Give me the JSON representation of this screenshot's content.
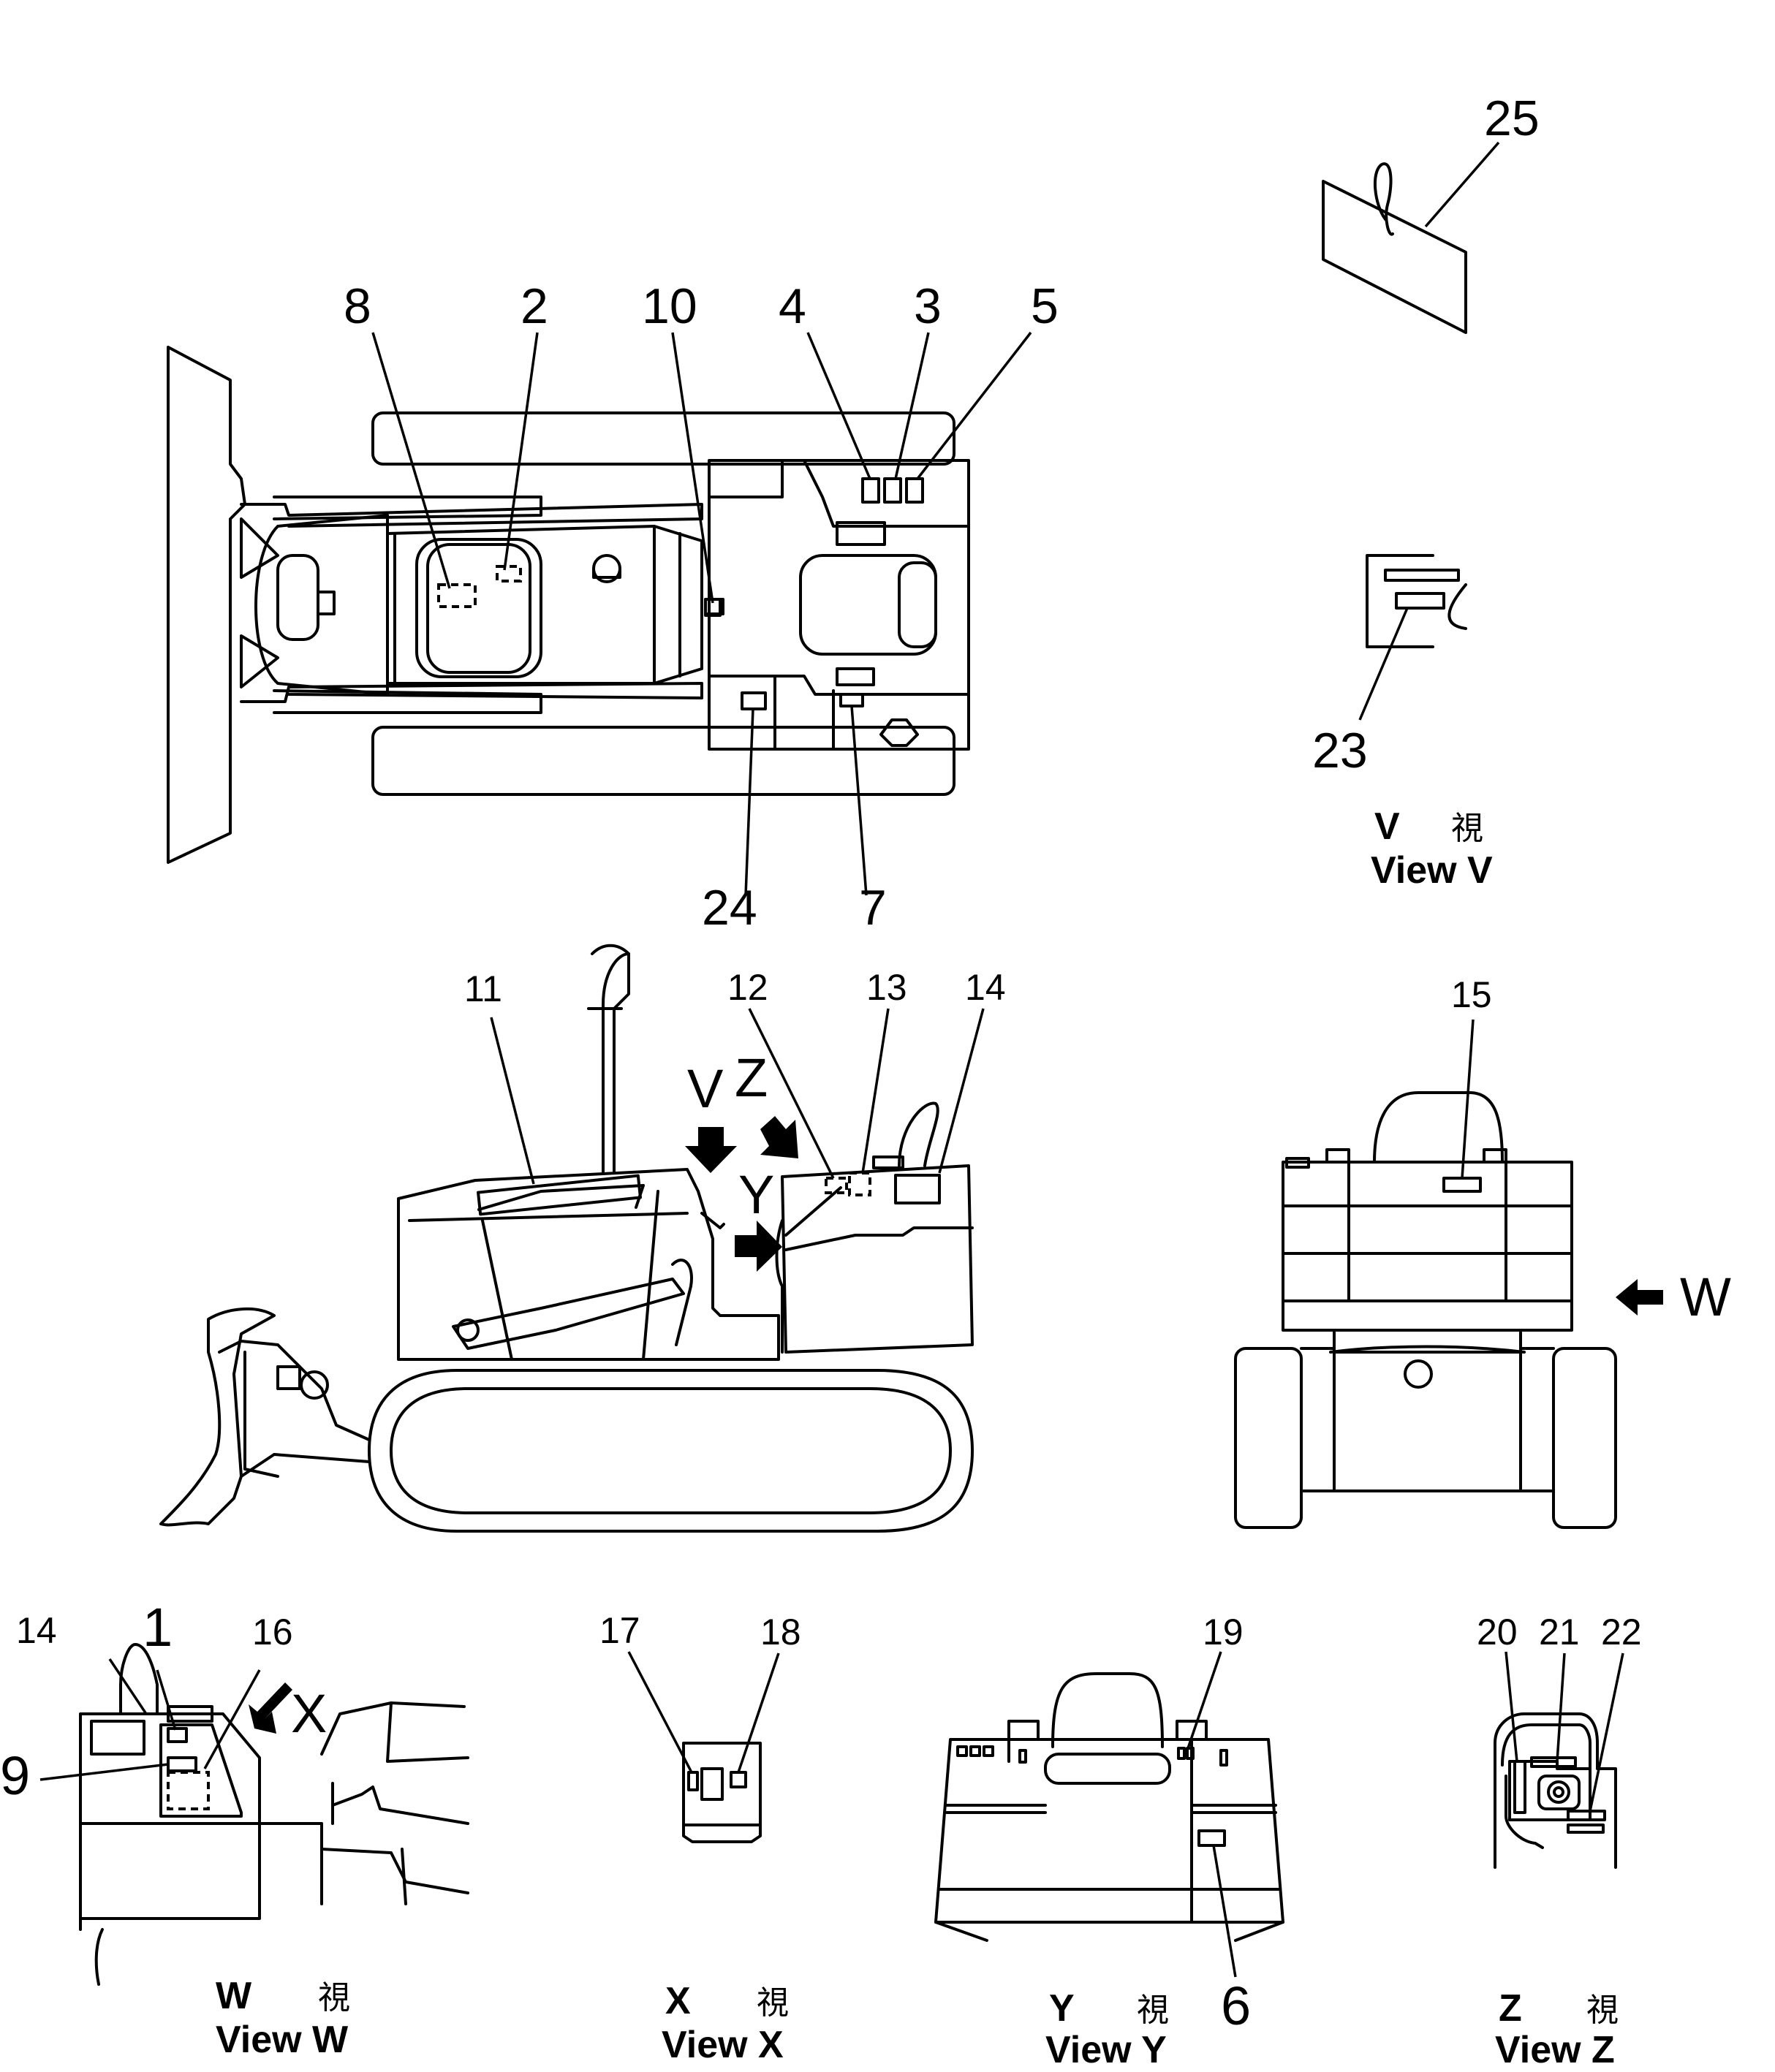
{
  "callouts": {
    "c1": "1",
    "c2": "2",
    "c3": "3",
    "c4": "4",
    "c5": "5",
    "c6": "6",
    "c7": "7",
    "c8": "8",
    "c9": "9",
    "c10": "10",
    "c11": "11",
    "c12": "12",
    "c13": "13",
    "c14": "14",
    "c14b": "14",
    "c15": "15",
    "c16": "16",
    "c17": "17",
    "c18": "18",
    "c19": "19",
    "c20": "20",
    "c21": "21",
    "c22": "22",
    "c23": "23",
    "c24": "24",
    "c25": "25"
  },
  "arrow_labels": {
    "v": "V",
    "z": "Z",
    "y": "Y",
    "w": "W",
    "x": "X"
  },
  "views": {
    "v": {
      "jp_letter": "V",
      "jp_kanji": "視",
      "en": "View V"
    },
    "w": {
      "jp_letter": "W",
      "jp_kanji": "視",
      "en": "View W"
    },
    "x": {
      "jp_letter": "X",
      "jp_kanji": "視",
      "en": "View X"
    },
    "y": {
      "jp_letter": "Y",
      "jp_kanji": "視",
      "en": "View Y"
    },
    "z": {
      "jp_letter": "Z",
      "jp_kanji": "視",
      "en": "View Z"
    }
  }
}
